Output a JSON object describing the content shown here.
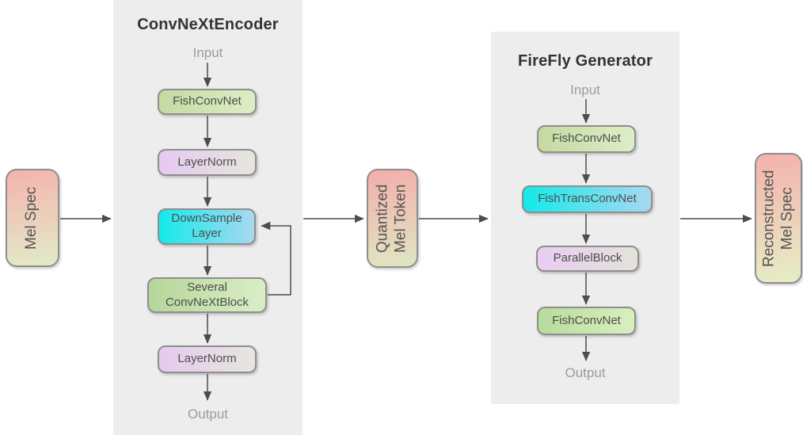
{
  "diagram": {
    "encoder": {
      "title": "ConvNeXtEncoder",
      "input_label": "Input",
      "output_label": "Output",
      "blocks": [
        {
          "label": "FishConvNet",
          "color_from": "#c4daa1",
          "color_to": "#ddeec7"
        },
        {
          "label": "LayerNorm",
          "color_from": "#e6c9f0",
          "color_to": "#e6e6de"
        },
        {
          "label": "DownSample\nLayer",
          "color_from": "#12eaea",
          "color_to": "#a9d8f0"
        },
        {
          "label": "Several\nConvNeXtBlock",
          "color_from": "#b5d69a",
          "color_to": "#daeec6"
        },
        {
          "label": "LayerNorm",
          "color_from": "#e6c9f0",
          "color_to": "#e6e6de"
        }
      ]
    },
    "generator": {
      "title": "FireFly Generator",
      "input_label": "Input",
      "output_label": "Output",
      "blocks": [
        {
          "label": "FishConvNet",
          "color_from": "#c4daa1",
          "color_to": "#ddeec7"
        },
        {
          "label": "FishTransConvNet",
          "color_from": "#12eaea",
          "color_to": "#a9d8f0"
        },
        {
          "label": "ParallelBlock",
          "color_from": "#e9cdf2",
          "color_to": "#e3e2da"
        },
        {
          "label": "FishConvNet",
          "color_from": "#b7dc9c",
          "color_to": "#d9efbe"
        }
      ]
    },
    "io_nodes": {
      "mel_spec": {
        "label": "Mel Spec",
        "color_from": "#f4b3ae",
        "color_to": "#e2ebc8"
      },
      "quantized": {
        "label": "Quantized\nMel Token",
        "color_from": "#f3aeab",
        "color_to": "#dfe7c2"
      },
      "reconstructed": {
        "label": "Reconstructed\nMel Spec",
        "color_from": "#f4b1ac",
        "color_to": "#e6eec6"
      }
    },
    "colors": {
      "panel_bg": "#ededed",
      "node_border": "#8e8e8e",
      "arrow": "#4d4d4d",
      "title_text": "#333333",
      "io_label_text": "#9c9c9c",
      "node_text": "#4e4e4e"
    }
  }
}
